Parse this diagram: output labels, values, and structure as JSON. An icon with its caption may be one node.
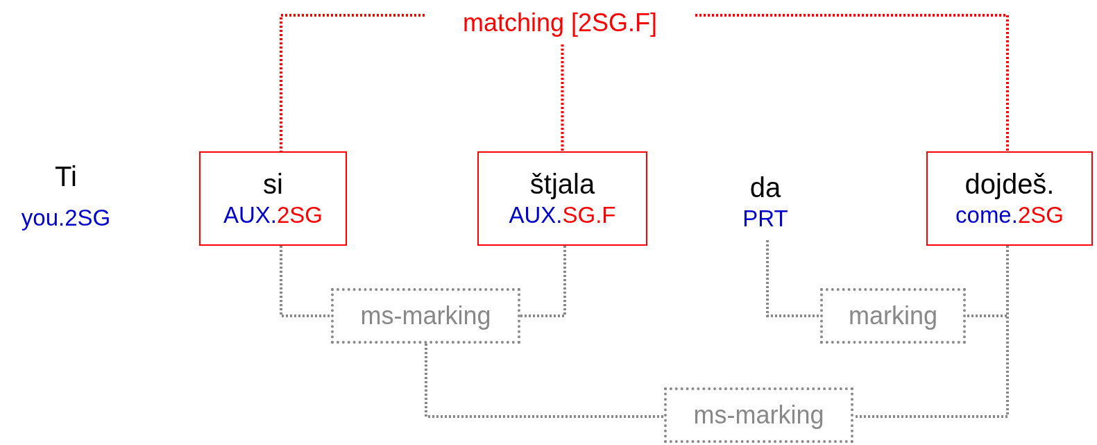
{
  "diagram": {
    "nodes": [
      {
        "text": [
          "matching [2SG.F]"
        ]
      },
      {
        "text": [
          "si",
          "AUX.2SG"
        ]
      },
      {
        "text": [
          "štjala",
          "AUX.SG.F"
        ]
      },
      {
        "text": [
          "da",
          "PRT"
        ]
      },
      {
        "text": [
          "dojdeš.",
          "come.2SG"
        ]
      },
      {
        "text": [
          "ms-marking"
        ]
      },
      {
        "text": [
          "marking"
        ]
      },
      {
        "text": [
          "ms-marking"
        ]
      }
    ],
    "edges": [
      {
        "from": 0,
        "to": 1,
        "arrow": "none",
        "color": "#ff0000"
      },
      {
        "from": 0,
        "to": 2,
        "arrow": "none",
        "color": "#ff0000"
      },
      {
        "from": 0,
        "to": 4,
        "arrow": "none",
        "color": "#ff0000"
      },
      {
        "from": 1,
        "to": 5,
        "arrow": "none"
      },
      {
        "from": 2,
        "to": 5,
        "arrow": "none"
      },
      {
        "from": 3,
        "to": 6,
        "arrow": "none"
      },
      {
        "from": 4,
        "to": 6,
        "arrow": "none"
      },
      {
        "from": 5,
        "to": 7,
        "arrow": "none"
      },
      {
        "from": 4,
        "to": 7,
        "arrow": "none"
      }
    ],
    "labels": [
      "Ti",
      "you.2SG"
    ]
  }
}
